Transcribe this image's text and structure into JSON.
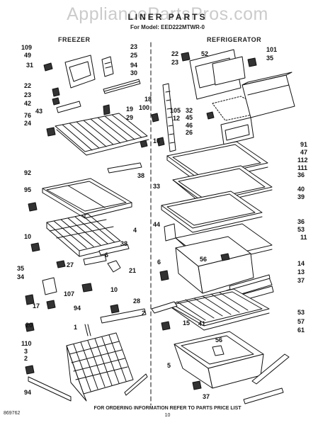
{
  "watermark": "AppliancePartsPros.com",
  "title": "LINER PARTS",
  "model": "For Model: EED222MTWR-0",
  "sections": {
    "freezer": "FREEZER",
    "refrigerator": "REFRIGERATOR"
  },
  "footer": "FOR ORDERING INFORMATION REFER TO PARTS PRICE LIST",
  "page_number": "10",
  "doc_number": "869762",
  "callouts": {
    "f109": "109",
    "f49": "49",
    "f31": "31",
    "f22": "22",
    "f23a": "23",
    "f42": "42",
    "f43": "43",
    "f76": "76",
    "f24": "24",
    "f23b": "23",
    "f25": "25",
    "f94a": "94",
    "f30": "30",
    "f19": "19",
    "f29": "29",
    "f38a": "38",
    "f92": "92",
    "f95": "95",
    "f10a": "10",
    "f4": "4",
    "f38b": "38",
    "f6": "6",
    "f27": "27",
    "f21": "21",
    "f35": "35",
    "f34": "34",
    "f107": "107",
    "f10b": "10",
    "f17": "17",
    "f94b": "94",
    "f28": "28",
    "f2a": "2",
    "f20": "20",
    "f1": "1",
    "f110": "110",
    "f3": "3",
    "f2b": "2",
    "f94c": "94",
    "r22": "22",
    "r23": "23",
    "r52": "52",
    "r101": "101",
    "r35": "35",
    "r18": "18",
    "r100": "100",
    "r105": "105",
    "r32": "32",
    "r45": "45",
    "r12": "12",
    "r46": "46",
    "r16": "16",
    "r26": "26",
    "r91": "91",
    "r47": "47",
    "r112": "112",
    "r111": "111",
    "r36a": "36",
    "r33": "33",
    "r40": "40",
    "r39": "39",
    "r44": "44",
    "r36b": "36",
    "r53a": "53",
    "r11": "11",
    "r56a": "56",
    "r14": "14",
    "r6": "6",
    "r13": "13",
    "r37a": "37",
    "r53b": "53",
    "r15": "15",
    "r41": "41",
    "r57": "57",
    "r61": "61",
    "r56b": "56",
    "r5": "5",
    "r37b": "37"
  }
}
